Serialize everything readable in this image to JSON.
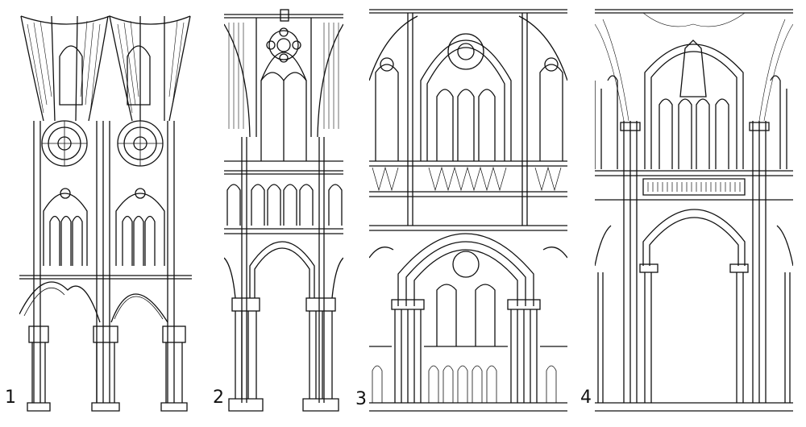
{
  "figure": {
    "panels": [
      {
        "label": "1"
      },
      {
        "label": "2"
      },
      {
        "label": "3"
      },
      {
        "label": "4"
      }
    ],
    "ink_color": "#111111",
    "paper_color": "#ffffff"
  }
}
